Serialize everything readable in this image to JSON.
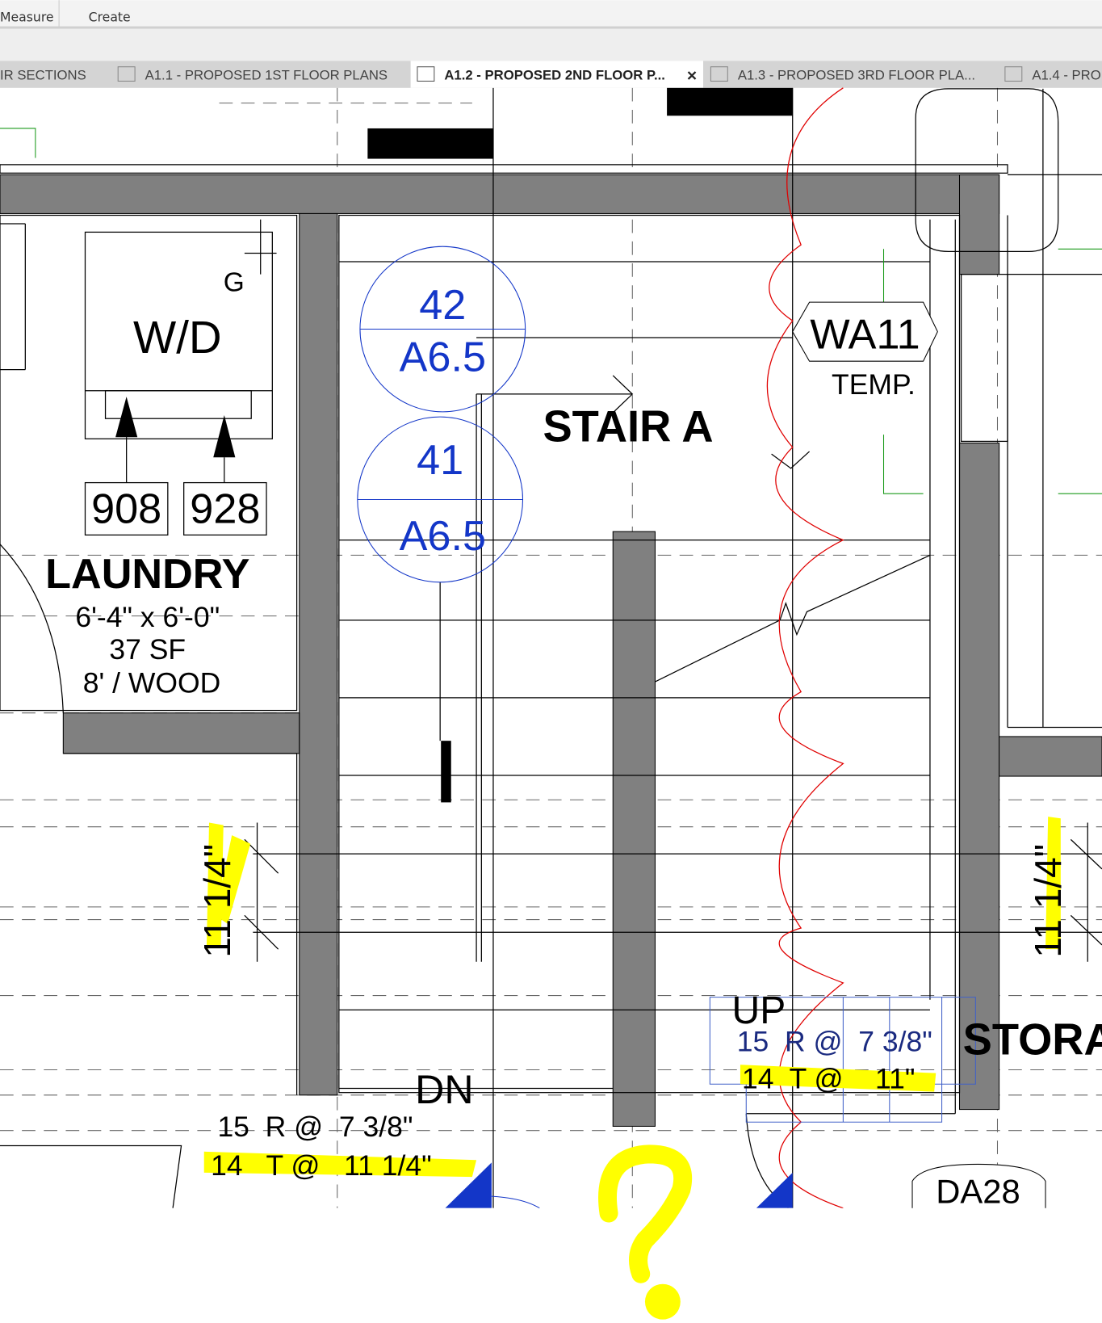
{
  "ribbon": {
    "panels": [
      "Measure",
      "Create"
    ]
  },
  "tabs": [
    {
      "label": "IR SECTIONS",
      "active": false
    },
    {
      "label": "A1.1 - PROPOSED 1ST FLOOR PLANS",
      "active": false
    },
    {
      "label": "A1.2 - PROPOSED 2ND FLOOR P...",
      "active": true
    },
    {
      "label": "A1.3 - PROPOSED 3RD FLOOR PLA...",
      "active": false
    },
    {
      "label": "A1.4 - PRO",
      "active": false
    }
  ],
  "tab_close": "✕",
  "drawing": {
    "laundry": {
      "tag_g": "G",
      "appliance": "W/D",
      "tag1": "908",
      "tag2": "928",
      "name": "LAUNDRY",
      "size": "6'-4\" x 6'-0\"",
      "area": "37 SF",
      "ceiling": "8' / WOOD"
    },
    "section_tags": [
      {
        "number": "42",
        "sheet": "A6.5"
      },
      {
        "number": "41",
        "sheet": "A6.5"
      }
    ],
    "stair_name": "STAIR A",
    "wall_tag": {
      "code": "WA11",
      "note": "TEMP."
    },
    "dn": {
      "label": "DN",
      "risers": "15  R @  7 3/8\"",
      "treads": "14   T @   11 1/4\""
    },
    "up": {
      "label": "UP",
      "risers": "15  R @  7 3/8\"",
      "treads": "14  T @    11\""
    },
    "dim_left": "11 1/4\"",
    "dim_right": "11 1/4\"",
    "storage": "STORA",
    "bottom_tag": "DA28",
    "markup": "?"
  },
  "colors": {
    "wall": "#808080",
    "tag_blue": "#1336c8",
    "revision_cloud": "#e00000",
    "highlight": "#ffff00",
    "active_tab": "#ffffff"
  }
}
